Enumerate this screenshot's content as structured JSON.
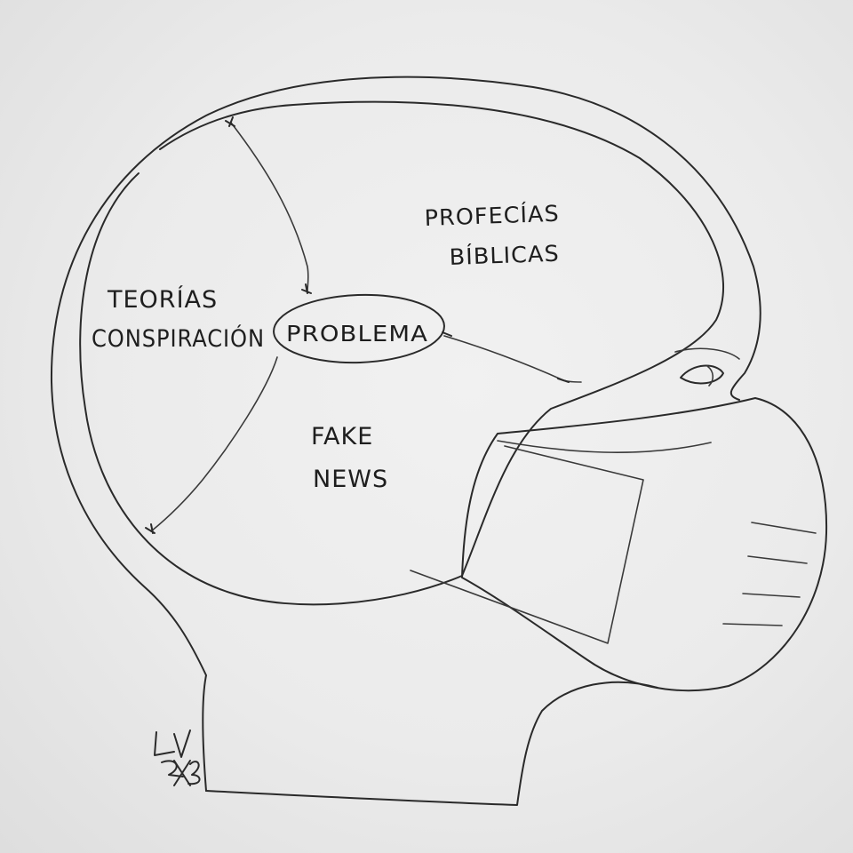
{
  "labels": {
    "teorias": {
      "line1": "TEORÍAS",
      "line2": "CONSPIRACIÓN"
    },
    "profecias": {
      "line1": "PROFECÍAS",
      "line2": "BÍBLICAS"
    },
    "fake_news": {
      "line1": "FAKE",
      "line2": "NEWS"
    },
    "problema": "PROBLEMA"
  },
  "colors": {
    "ink": "#2a2a2a",
    "paper": "#ececec"
  },
  "icons": {
    "signature": "artist-signature"
  }
}
